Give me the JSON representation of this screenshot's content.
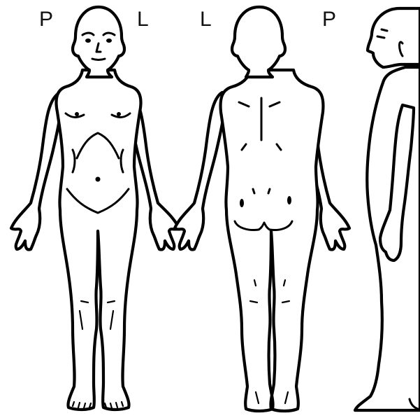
{
  "labels": {
    "front_right": "P",
    "front_left": "L",
    "back_left": "L",
    "back_right": "P"
  },
  "views": [
    "anterior",
    "posterior",
    "lateral"
  ],
  "colors": {
    "outline": "#000000",
    "fill": "#ffffff",
    "label": "#111111"
  }
}
